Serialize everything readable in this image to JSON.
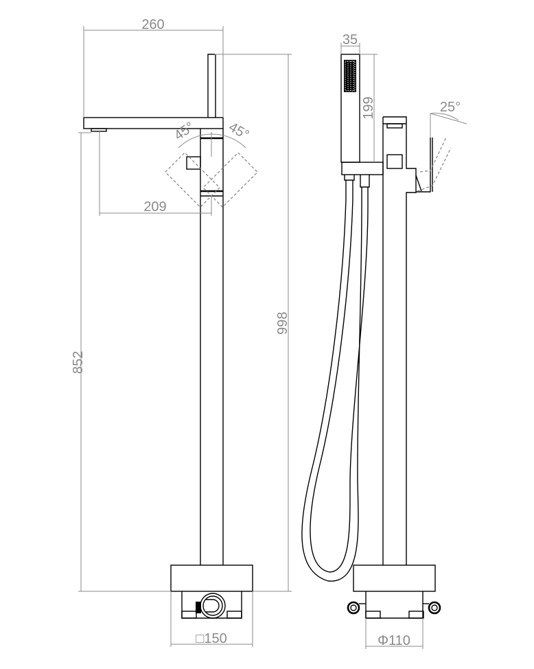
{
  "drawing": {
    "title": "Freestanding bath mixer dimension drawing",
    "dimensions": {
      "spout_length": "260",
      "total_height": "998",
      "spout_height": "852",
      "spout_reach": "209",
      "base_size": "□150",
      "handle_angle_left": "45°",
      "handle_angle_right": "45°",
      "hand_shower_width": "35",
      "hand_shower_length": "199",
      "lever_angle": "25°",
      "base_diameter": "Φ110"
    }
  }
}
